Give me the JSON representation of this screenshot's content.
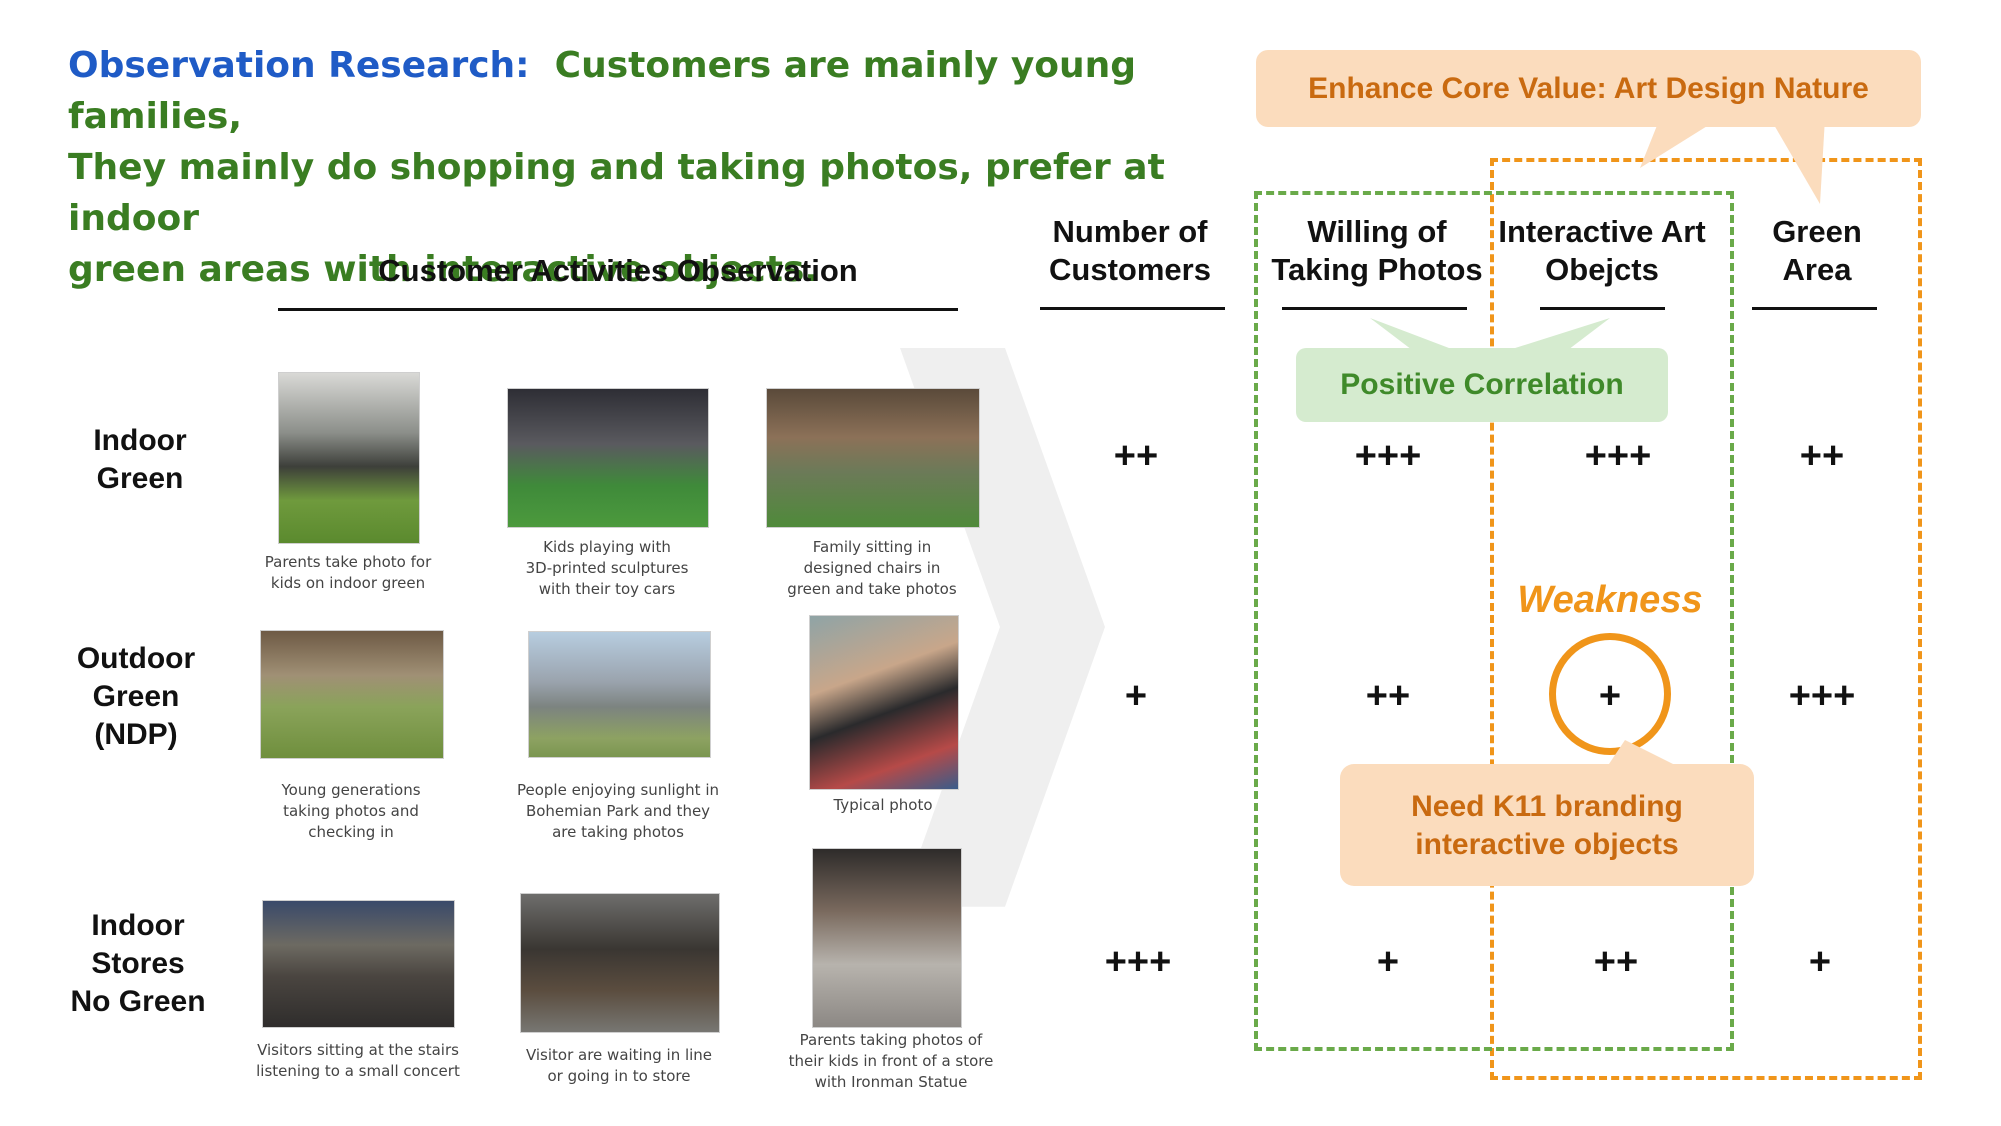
{
  "title": {
    "lead": "Observation Research:",
    "line1": "Customers are mainly young families,",
    "line2": "They mainly do shopping and taking photos, prefer at indoor",
    "line3": "green areas with interactive objects."
  },
  "headers": {
    "activities": "Customer Activities Observation",
    "customers_1": "Number of",
    "customers_2": "Customers",
    "photos_1": "Willing of",
    "photos_2": "Taking Photos",
    "art_1": "Interactive Art",
    "art_2": "Obejcts",
    "green_1": "Green",
    "green_2": "Area"
  },
  "rows": [
    {
      "label": [
        "Indoor",
        "Green"
      ],
      "captions": [
        [
          "Parents take photo for",
          "kids on indoor green"
        ],
        [
          "Kids playing with",
          "3D-printed sculptures",
          "with their toy cars"
        ],
        [
          "Family sitting in",
          "designed chairs in",
          "green and take photos"
        ]
      ],
      "marks": [
        "++",
        "+++",
        "+++",
        "++"
      ]
    },
    {
      "label": [
        "Outdoor",
        "Green",
        "(NDP)"
      ],
      "captions": [
        [
          "Young generations",
          "taking photos and",
          "checking in"
        ],
        [
          "People enjoying sunlight in",
          "Bohemian Park and they",
          "are taking photos"
        ],
        [
          "Typical photo"
        ]
      ],
      "marks": [
        "+",
        "++",
        "+",
        "+++"
      ]
    },
    {
      "label": [
        "Indoor",
        "Stores",
        "No Green"
      ],
      "captions": [
        [
          "Visitors sitting at the stairs",
          "listening to a small concert"
        ],
        [
          "Visitor are waiting in line",
          "or going in to store"
        ],
        [
          "Parents taking photos of",
          "their kids in front of a store",
          "with Ironman Statue"
        ]
      ],
      "marks": [
        "+++",
        "+",
        "++",
        "+"
      ]
    }
  ],
  "callouts": {
    "core_value": "Enhance Core Value: Art Design Nature",
    "positive": "Positive Correlation",
    "weakness": "Weakness",
    "need_1": "Need K11 branding",
    "need_2": "interactive objects"
  },
  "colors": {
    "title_blue": "#1f5bc6",
    "title_green": "#3a7d22",
    "orange": "#f0951a",
    "green_dash": "#6aaa4a",
    "peach_fill": "#fbdcbd",
    "peach_text": "#c96a10",
    "light_green_fill": "#d5ebcf",
    "light_green_text": "#3f8a2a"
  }
}
